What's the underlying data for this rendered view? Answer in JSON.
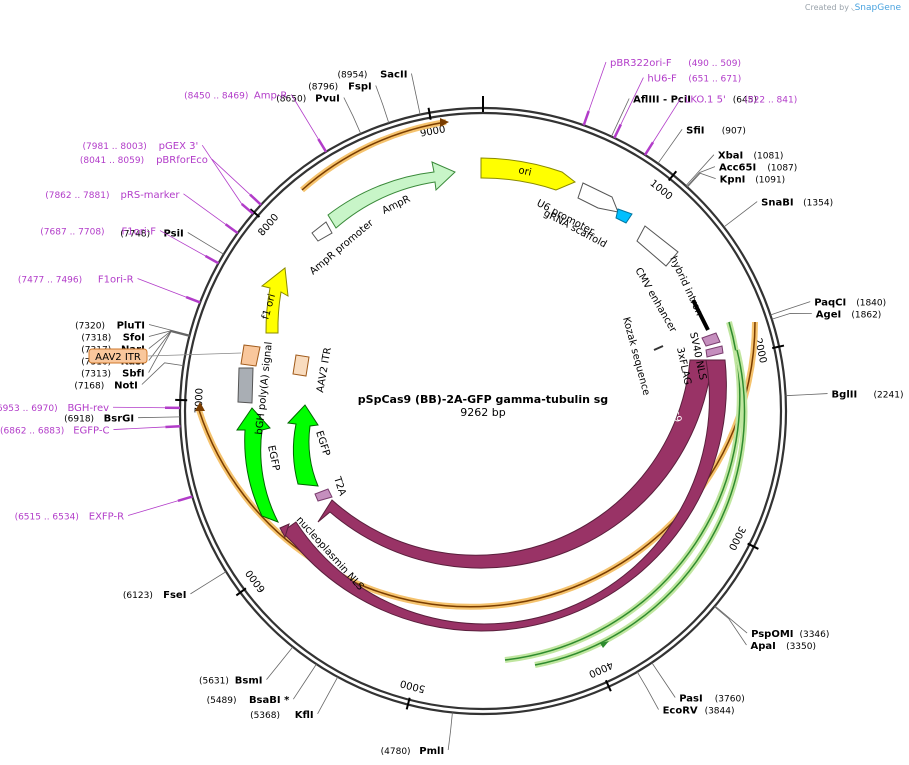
{
  "credit": {
    "prefix": "Created by",
    "brand": "SnapGene"
  },
  "plasmid": {
    "name": "pSpCas9 (BB)-2A-GFP gamma-tubulin sg",
    "length_label": "9262 bp",
    "length": 9262
  },
  "ticks": [
    {
      "pos": 1000,
      "label": "1000"
    },
    {
      "pos": 2000,
      "label": "2000"
    },
    {
      "pos": 3000,
      "label": "3000"
    },
    {
      "pos": 4000,
      "label": "4000"
    },
    {
      "pos": 5000,
      "label": "5000"
    },
    {
      "pos": 6000,
      "label": "6000"
    },
    {
      "pos": 7000,
      "label": "7000"
    },
    {
      "pos": 8000,
      "label": "8000"
    },
    {
      "pos": 9000,
      "label": "9000"
    }
  ],
  "sites": [
    {
      "name": "SacII",
      "pos_label": "(8954)",
      "pos": 8954
    },
    {
      "name": "FspI",
      "pos_label": "(8796)",
      "pos": 8796
    },
    {
      "name": "PvuI",
      "pos_label": "(8650)",
      "pos": 8650
    },
    {
      "name": "AflIII  - PciI",
      "pos_label": "(645)",
      "pos": 645
    },
    {
      "name": "SfiI",
      "pos_label": "(907)",
      "pos": 907
    },
    {
      "name": "XbaI",
      "pos_label": "(1081)",
      "pos": 1081
    },
    {
      "name": "Acc65I",
      "pos_label": "(1087)",
      "pos": 1087
    },
    {
      "name": "KpnI",
      "pos_label": "(1091)",
      "pos": 1091
    },
    {
      "name": "SnaBI",
      "pos_label": "(1354)",
      "pos": 1354
    },
    {
      "name": "PaqCI",
      "pos_label": "(1840)",
      "pos": 1840
    },
    {
      "name": "AgeI",
      "pos_label": "(1862)",
      "pos": 1862
    },
    {
      "name": "BglII",
      "pos_label": "(2241)",
      "pos": 2241
    },
    {
      "name": "PspOMI",
      "pos_label": "(3346)",
      "pos": 3346
    },
    {
      "name": "ApaI",
      "pos_label": "(3350)",
      "pos": 3350
    },
    {
      "name": "PasI",
      "pos_label": "(3760)",
      "pos": 3760
    },
    {
      "name": "EcoRV",
      "pos_label": "(3844)",
      "pos": 3844
    },
    {
      "name": "PmlI",
      "pos_label": "(4780)",
      "pos": 4780
    },
    {
      "name": "KflI",
      "pos_label": "(5368)",
      "pos": 5368
    },
    {
      "name": "BsaBI *",
      "pos_label": "(5489)",
      "pos": 5489
    },
    {
      "name": "BsmI",
      "pos_label": "(5631)",
      "pos": 5631
    },
    {
      "name": "FseI",
      "pos_label": "(6123)",
      "pos": 6123
    },
    {
      "name": "BsrGI",
      "pos_label": "(6918)",
      "pos": 6918
    },
    {
      "name": "NotI",
      "pos_label": "(7168)",
      "pos": 7168
    },
    {
      "name": "SbfI",
      "pos_label": "(7313)",
      "pos": 7313
    },
    {
      "name": "KasI",
      "pos_label": "(7316)",
      "pos": 7316
    },
    {
      "name": "NarI",
      "pos_label": "(7317)",
      "pos": 7317
    },
    {
      "name": "SfoI",
      "pos_label": "(7318)",
      "pos": 7318
    },
    {
      "name": "PluTI",
      "pos_label": "(7320)",
      "pos": 7320
    },
    {
      "name": "PsiI",
      "pos_label": "(7748)",
      "pos": 7748
    }
  ],
  "primers": [
    {
      "name": "pBR322ori-F",
      "range_label": "(490 .. 509)",
      "start": 490,
      "end": 509
    },
    {
      "name": "hU6-F",
      "range_label": "(651 .. 671)",
      "start": 651,
      "end": 671
    },
    {
      "name": "LKO.1 5'",
      "range_label": "(822 .. 841)",
      "start": 822,
      "end": 841
    },
    {
      "name": "Amp-R",
      "range_label": "(8450 .. 8469)",
      "start": 8450,
      "end": 8469
    },
    {
      "name": "pBRforEco",
      "range_label": "(8041 .. 8059)",
      "start": 8041,
      "end": 8059
    },
    {
      "name": "pGEX 3'",
      "range_label": "(7981 .. 8003)",
      "start": 7981,
      "end": 8003
    },
    {
      "name": "pRS-marker",
      "range_label": "(7862 .. 7881)",
      "start": 7862,
      "end": 7881
    },
    {
      "name": "F1ori-F",
      "range_label": "(7687 .. 7708)",
      "start": 7687,
      "end": 7708
    },
    {
      "name": "F1ori-R",
      "range_label": "(7477 .. 7496)",
      "start": 7477,
      "end": 7496
    },
    {
      "name": "BGH-rev",
      "range_label": "(6953 .. 6970)",
      "start": 6953,
      "end": 6970
    },
    {
      "name": "EGFP-C",
      "range_label": "(6862 .. 6883)",
      "start": 6862,
      "end": 6883
    },
    {
      "name": "EXFP-R",
      "range_label": "(6515 .. 6534)",
      "start": 6515,
      "end": 6534
    }
  ],
  "boxed_feature": {
    "name": "AAV2 ITR",
    "fill": "#f9c79c",
    "stroke": "#d07a2c"
  },
  "features": [
    {
      "name": "ori",
      "color": "#ffff00",
      "start": 10,
      "end": 600
    },
    {
      "name": "U6 promoter",
      "color": "#ffffff",
      "start": 710,
      "end": 950
    },
    {
      "name": "gRNA scaffold",
      "color": "#00bfff",
      "start": 1000,
      "end": 1080
    },
    {
      "name": "CMV enhancer",
      "color": "#ffffff",
      "start": 1150,
      "end": 1450
    },
    {
      "name": "hybrid intron",
      "color": "#000000",
      "start": 1700,
      "end": 1830
    },
    {
      "name": "Kozak sequence",
      "color": "#333333",
      "start": 1880,
      "end": 1895
    },
    {
      "name": "3xFLAG",
      "color": "#c58fbe",
      "start": 1910,
      "end": 1975
    },
    {
      "name": "SV40 NLS",
      "color": "#c58fbe",
      "start": 1985,
      "end": 2005
    },
    {
      "name": "Cas9",
      "color": "#993366",
      "start": 2010,
      "end": 6120
    },
    {
      "name": "nucleoplasmin NLS",
      "color": "#993366",
      "start": 6120,
      "end": 6170
    },
    {
      "name": "T2A",
      "color": "#c58fbe",
      "start": 6180,
      "end": 6230
    },
    {
      "name": "EGFP",
      "color": "#00ff00",
      "start": 6240,
      "end": 6960
    },
    {
      "name": "bGH poly(A) signal",
      "color": "#a9aeb4",
      "start": 6990,
      "end": 7210
    },
    {
      "name": "AAV2 ITR",
      "color": "#f9c79c",
      "start": 7250,
      "end": 7390
    },
    {
      "name": "f1 ori",
      "color": "#ffff00",
      "start": 7460,
      "end": 7900
    },
    {
      "name": "AmpR promoter",
      "color": "#ffffff",
      "start": 8000,
      "end": 8100
    },
    {
      "name": "AmpR",
      "color": "#c8f5c8",
      "start": 8110,
      "end": 8970
    }
  ],
  "outer_orfs": [
    {
      "color": "#f5b84a",
      "start": 8400,
      "end": 9240
    },
    {
      "color": "#f5b84a",
      "start": 1920,
      "end": 6200
    },
    {
      "color": "#c0e6a0",
      "start": 1930,
      "end": 4100
    }
  ]
}
